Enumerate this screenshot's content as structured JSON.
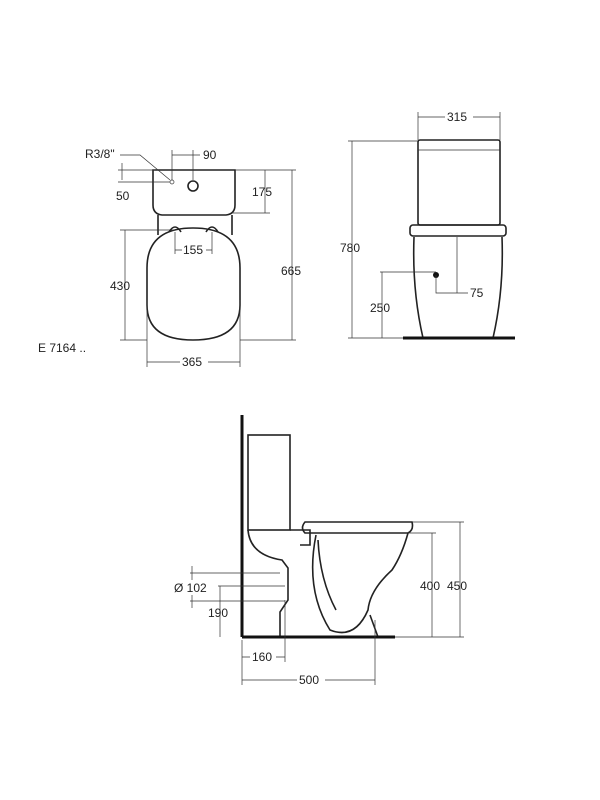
{
  "model_code": "E 7164 ..",
  "top_view": {
    "thread": "R3/8\"",
    "d_inlet_offset": "90",
    "d_inlet_height": "50",
    "d_tank_depth": "175",
    "d_hinge_spacing": "155",
    "d_seat_length": "430",
    "d_total_length": "665",
    "d_width": "365"
  },
  "front_view": {
    "d_tank_width": "315",
    "d_total_height": "780",
    "d_inlet_height": "250",
    "d_inlet_offset": "75"
  },
  "side_view": {
    "d_outlet_diameter": "Ø 102",
    "d_outlet_height": "190",
    "d_seat_height": "400",
    "d_rim_height": "450",
    "d_wall_to_outlet": "160",
    "d_projection": "500"
  },
  "colors": {
    "line": "#222222",
    "background": "#ffffff"
  }
}
